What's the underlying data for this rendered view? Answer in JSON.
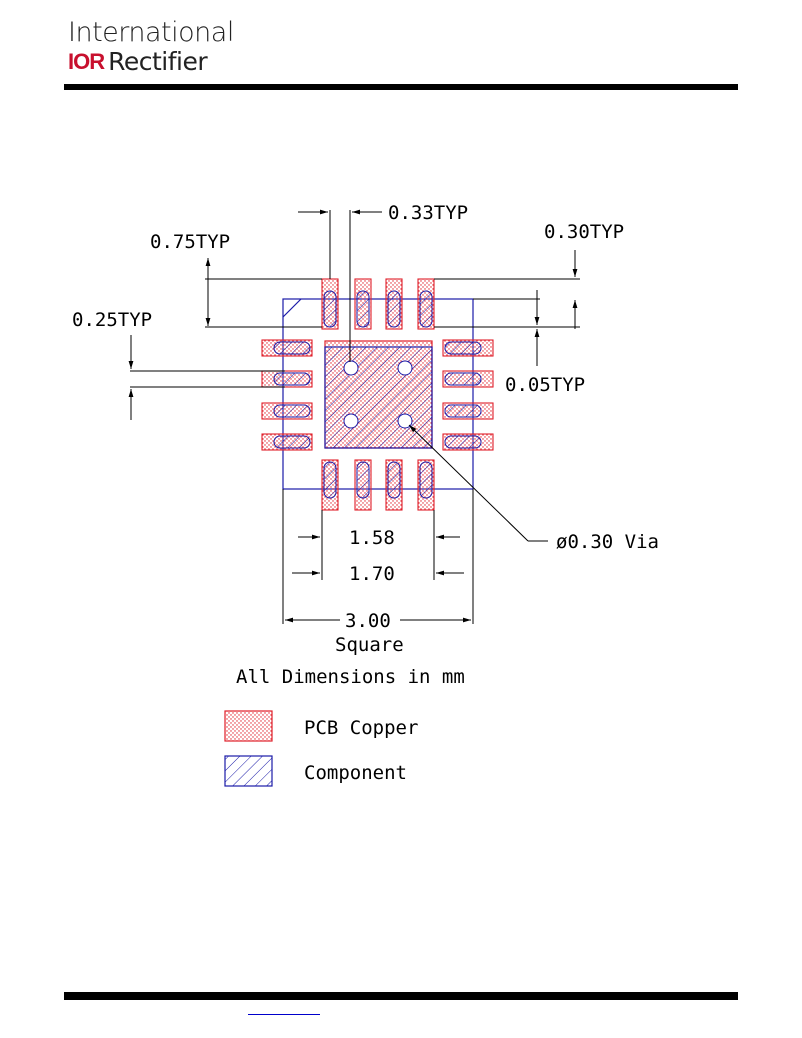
{
  "header": {
    "logo_line1": "International",
    "logo_mark": "IOR",
    "logo_word": "Rectifier"
  },
  "drawing": {
    "dims": {
      "pad_width": "0.33TYP",
      "pad_length": "0.75TYP",
      "pitch": "0.25TYP",
      "pad_spacing": "0.30TYP",
      "pad_offset": "0.05TYP",
      "inner_1": "1.58",
      "inner_2": "1.70",
      "outer": "3.00",
      "outer_note": "Square",
      "via": "ø0.30 Via"
    },
    "note": "All Dimensions in mm"
  },
  "legend": {
    "items": [
      {
        "label": "PCB Copper",
        "color": "#e0202a"
      },
      {
        "label": "Component",
        "color": "#1a1aa8"
      }
    ]
  },
  "colors": {
    "copper": "#e0202a",
    "component": "#1a1aa8",
    "dimension": "#000000"
  }
}
